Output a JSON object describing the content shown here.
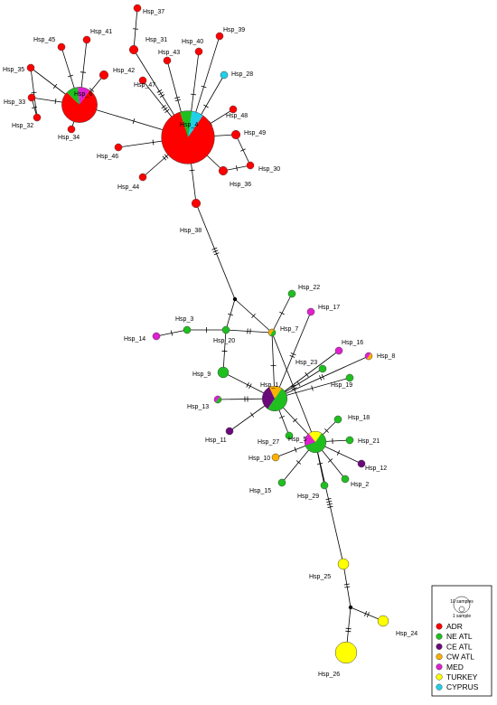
{
  "colors": {
    "ADR": "#ff0000",
    "NE ATL": "#1fbf1f",
    "CE ATL": "#6a0a7a",
    "CW ATL": "#ffb000",
    "MED": "#e020d0",
    "TURKEY": "#ffff00",
    "CYPRUS": "#20d0e8",
    "median": "#000000"
  },
  "legend": {
    "scale_large": "10 samples",
    "scale_small": "1 sample",
    "items": [
      {
        "key": "ADR",
        "label": "ADR"
      },
      {
        "key": "NE ATL",
        "label": "NE ATL"
      },
      {
        "key": "CE ATL",
        "label": "CE ATL"
      },
      {
        "key": "CW ATL",
        "label": "CW ATL"
      },
      {
        "key": "MED",
        "label": "MED"
      },
      {
        "key": "TURKEY",
        "label": "TURKEY"
      },
      {
        "key": "CYPRUS",
        "label": "CYPRUS"
      }
    ]
  },
  "haplotypes": [
    {
      "id": "h4",
      "label": "Hsp_4",
      "size": 14,
      "comp": {
        "ADR": 12,
        "NE ATL": 1,
        "CYPRUS": 1
      }
    },
    {
      "id": "h6",
      "label": "Hsp_6",
      "size": 9,
      "comp": {
        "ADR": 7,
        "NE ATL": 1,
        "MED": 1
      }
    },
    {
      "id": "h1",
      "label": "Hsp_1",
      "size": 6,
      "comp": {
        "NE ATL": 3,
        "CE ATL": 2,
        "CW ATL": 1
      }
    },
    {
      "id": "h5",
      "label": "Hsp_5",
      "size": 5,
      "comp": {
        "NE ATL": 3,
        "MED": 1,
        "TURKEY": 1
      }
    },
    {
      "id": "h9",
      "label": "Hsp_9",
      "size": 2,
      "comp": {
        "NE ATL": 2
      }
    },
    {
      "id": "h7",
      "label": "Hsp_7",
      "size": 1,
      "comp": {
        "NE ATL": 1,
        "CW ATL": 1
      }
    },
    {
      "id": "h8",
      "label": "Hsp_8",
      "size": 1,
      "comp": {
        "MED": 1,
        "CW ATL": 1
      }
    },
    {
      "id": "h13",
      "label": "Hsp_13",
      "size": 1,
      "comp": {
        "NE ATL": 1,
        "MED": 1
      }
    },
    {
      "id": "h26",
      "label": "Hsp_26",
      "size": 5,
      "comp": {
        "TURKEY": 5
      }
    },
    {
      "id": "h25",
      "label": "Hsp_25",
      "size": 2,
      "comp": {
        "TURKEY": 2
      }
    },
    {
      "id": "h24",
      "label": "Hsp_24",
      "size": 2,
      "comp": {
        "TURKEY": 2
      }
    },
    {
      "id": "h38",
      "label": "Hsp_38",
      "size": 1.4,
      "comp": {
        "ADR": 1
      }
    },
    {
      "id": "h31",
      "label": "Hsp_31",
      "size": 1.4,
      "comp": {
        "ADR": 1
      }
    },
    {
      "id": "h42",
      "label": "Hsp_42",
      "size": 1.4,
      "comp": {
        "ADR": 1
      }
    },
    {
      "id": "h49",
      "label": "Hsp_49",
      "size": 1.4,
      "comp": {
        "ADR": 1
      }
    },
    {
      "id": "h36",
      "label": "Hsp_36",
      "size": 1.4,
      "comp": {
        "ADR": 1
      }
    },
    {
      "id": "h37",
      "label": "Hsp_37",
      "size": 1,
      "comp": {
        "ADR": 1
      }
    },
    {
      "id": "h41",
      "label": "Hsp_41",
      "size": 1,
      "comp": {
        "ADR": 1
      }
    },
    {
      "id": "h45",
      "label": "Hsp_45",
      "size": 1,
      "comp": {
        "ADR": 1
      }
    },
    {
      "id": "h35",
      "label": "Hsp_35",
      "size": 1,
      "comp": {
        "ADR": 1
      }
    },
    {
      "id": "h33",
      "label": "Hsp_33",
      "size": 1,
      "comp": {
        "ADR": 1
      }
    },
    {
      "id": "h32",
      "label": "Hsp_32",
      "size": 1,
      "comp": {
        "ADR": 1
      }
    },
    {
      "id": "h34",
      "label": "Hsp_34",
      "size": 1,
      "comp": {
        "ADR": 1
      }
    },
    {
      "id": "h46",
      "label": "Hsp_46",
      "size": 1,
      "comp": {
        "ADR": 1
      }
    },
    {
      "id": "h44",
      "label": "Hsp_44",
      "size": 1,
      "comp": {
        "ADR": 1
      }
    },
    {
      "id": "h47",
      "label": "Hsp_47",
      "size": 1,
      "comp": {
        "ADR": 1
      }
    },
    {
      "id": "h43",
      "label": "Hsp_43",
      "size": 1,
      "comp": {
        "ADR": 1
      }
    },
    {
      "id": "h40",
      "label": "Hsp_40",
      "size": 1,
      "comp": {
        "ADR": 1
      }
    },
    {
      "id": "h39",
      "label": "Hsp_39",
      "size": 1,
      "comp": {
        "ADR": 1
      }
    },
    {
      "id": "h28",
      "label": "Hsp_28",
      "size": 1,
      "comp": {
        "CYPRUS": 1
      }
    },
    {
      "id": "h48",
      "label": "Hsp_48",
      "size": 1,
      "comp": {
        "ADR": 1
      }
    },
    {
      "id": "h30",
      "label": "Hsp_30",
      "size": 1,
      "comp": {
        "ADR": 1
      }
    },
    {
      "id": "h22",
      "label": "Hsp_22",
      "size": 1,
      "comp": {
        "NE ATL": 1
      }
    },
    {
      "id": "h17",
      "label": "Hsp_17",
      "size": 1,
      "comp": {
        "MED": 1
      }
    },
    {
      "id": "h3",
      "label": "Hsp_3",
      "size": 1,
      "comp": {
        "NE ATL": 1
      }
    },
    {
      "id": "h14",
      "label": "Hsp_14",
      "size": 1,
      "comp": {
        "MED": 1
      }
    },
    {
      "id": "h20",
      "label": "Hsp_20",
      "size": 1,
      "comp": {
        "NE ATL": 1
      }
    },
    {
      "id": "h16",
      "label": "Hsp_16",
      "size": 1,
      "comp": {
        "MED": 1
      }
    },
    {
      "id": "h23",
      "label": "Hsp_23",
      "size": 1,
      "comp": {
        "NE ATL": 1
      }
    },
    {
      "id": "h19",
      "label": "Hsp_19",
      "size": 1,
      "comp": {
        "NE ATL": 1
      }
    },
    {
      "id": "h11",
      "label": "Hsp_11",
      "size": 1,
      "comp": {
        "CE ATL": 1
      }
    },
    {
      "id": "h27",
      "label": "Hsp_27",
      "size": 1,
      "comp": {
        "NE ATL": 1
      }
    },
    {
      "id": "h18",
      "label": "Hsp_18",
      "size": 1,
      "comp": {
        "NE ATL": 1
      }
    },
    {
      "id": "h21",
      "label": "Hsp_21",
      "size": 1,
      "comp": {
        "NE ATL": 1
      }
    },
    {
      "id": "h10",
      "label": "Hsp_10",
      "size": 1,
      "comp": {
        "CW ATL": 1
      }
    },
    {
      "id": "h12",
      "label": "Hsp_12",
      "size": 1,
      "comp": {
        "CE ATL": 1
      }
    },
    {
      "id": "h15",
      "label": "Hsp_15",
      "size": 1,
      "comp": {
        "NE ATL": 1
      }
    },
    {
      "id": "h29",
      "label": "Hsp_29",
      "size": 1,
      "comp": {
        "NE ATL": 1
      }
    },
    {
      "id": "h2",
      "label": "Hsp_2",
      "size": 1,
      "comp": {
        "NE ATL": 1
      }
    }
  ],
  "median_vectors": [
    "m1",
    "m2"
  ],
  "edges": [
    {
      "a": "h4",
      "b": "h6",
      "mutations": 1
    },
    {
      "a": "h4",
      "b": "h38",
      "mutations": 1
    },
    {
      "a": "h4",
      "b": "h31",
      "mutations": 3
    },
    {
      "a": "h4",
      "b": "h47",
      "mutations": 3
    },
    {
      "a": "h4",
      "b": "h43",
      "mutations": 2
    },
    {
      "a": "h4",
      "b": "h40",
      "mutations": 1
    },
    {
      "a": "h4",
      "b": "h39",
      "mutations": 1
    },
    {
      "a": "h4",
      "b": "h28",
      "mutations": 1
    },
    {
      "a": "h4",
      "b": "h48",
      "mutations": 1
    },
    {
      "a": "h4",
      "b": "h49",
      "mutations": 1
    },
    {
      "a": "h4",
      "b": "h36",
      "mutations": 1
    },
    {
      "a": "h4",
      "b": "h44",
      "mutations": 2
    },
    {
      "a": "h4",
      "b": "h46",
      "mutations": 1
    },
    {
      "a": "h49",
      "b": "h30",
      "mutations": 1
    },
    {
      "a": "h36",
      "b": "h30",
      "mutations": 1
    },
    {
      "a": "h31",
      "b": "h37",
      "mutations": 1
    },
    {
      "a": "h6",
      "b": "h41",
      "mutations": 1
    },
    {
      "a": "h6",
      "b": "h45",
      "mutations": 1
    },
    {
      "a": "h6",
      "b": "h35",
      "mutations": 1
    },
    {
      "a": "h6",
      "b": "h33",
      "mutations": 1
    },
    {
      "a": "h6",
      "b": "h34",
      "mutations": 1
    },
    {
      "a": "h6",
      "b": "h42",
      "mutations": 1
    },
    {
      "a": "h33",
      "b": "h32",
      "mutations": 1
    },
    {
      "a": "h35",
      "b": "h32",
      "mutations": 1
    },
    {
      "a": "h38",
      "b": "m1",
      "mutations": 3
    },
    {
      "a": "m1",
      "b": "h20",
      "mutations": 1
    },
    {
      "a": "m1",
      "b": "h7",
      "mutations": 1
    },
    {
      "a": "h20",
      "b": "h7",
      "mutations": 2
    },
    {
      "a": "h7",
      "b": "h22",
      "mutations": 1
    },
    {
      "a": "h20",
      "b": "h3",
      "mutations": 1
    },
    {
      "a": "h3",
      "b": "h14",
      "mutations": 1
    },
    {
      "a": "h20",
      "b": "h9",
      "mutations": 1
    },
    {
      "a": "h9",
      "b": "h1",
      "mutations": 2
    },
    {
      "a": "h7",
      "b": "h1",
      "mutations": 1
    },
    {
      "a": "h7",
      "b": "h5",
      "mutations": 2
    },
    {
      "a": "h1",
      "b": "h17",
      "mutations": 2
    },
    {
      "a": "h1",
      "b": "h16",
      "mutations": 1
    },
    {
      "a": "h1",
      "b": "h23",
      "mutations": 1
    },
    {
      "a": "h1",
      "b": "h8",
      "mutations": 2
    },
    {
      "a": "h1",
      "b": "h19",
      "mutations": 1
    },
    {
      "a": "h1",
      "b": "h13",
      "mutations": 2
    },
    {
      "a": "h1",
      "b": "h11",
      "mutations": 1
    },
    {
      "a": "h1",
      "b": "h27",
      "mutations": 1
    },
    {
      "a": "h1",
      "b": "h5",
      "mutations": 1
    },
    {
      "a": "h5",
      "b": "h18",
      "mutations": 1
    },
    {
      "a": "h5",
      "b": "h21",
      "mutations": 1
    },
    {
      "a": "h5",
      "b": "h12",
      "mutations": 1
    },
    {
      "a": "h5",
      "b": "h10",
      "mutations": 1
    },
    {
      "a": "h5",
      "b": "h15",
      "mutations": 1
    },
    {
      "a": "h5",
      "b": "h29",
      "mutations": 1
    },
    {
      "a": "h5",
      "b": "h2",
      "mutations": 1
    },
    {
      "a": "h5",
      "b": "h25",
      "mutations": 4
    },
    {
      "a": "h25",
      "b": "m2",
      "mutations": 2
    },
    {
      "a": "m2",
      "b": "h24",
      "mutations": 2
    },
    {
      "a": "m2",
      "b": "h26",
      "mutations": 2
    }
  ]
}
